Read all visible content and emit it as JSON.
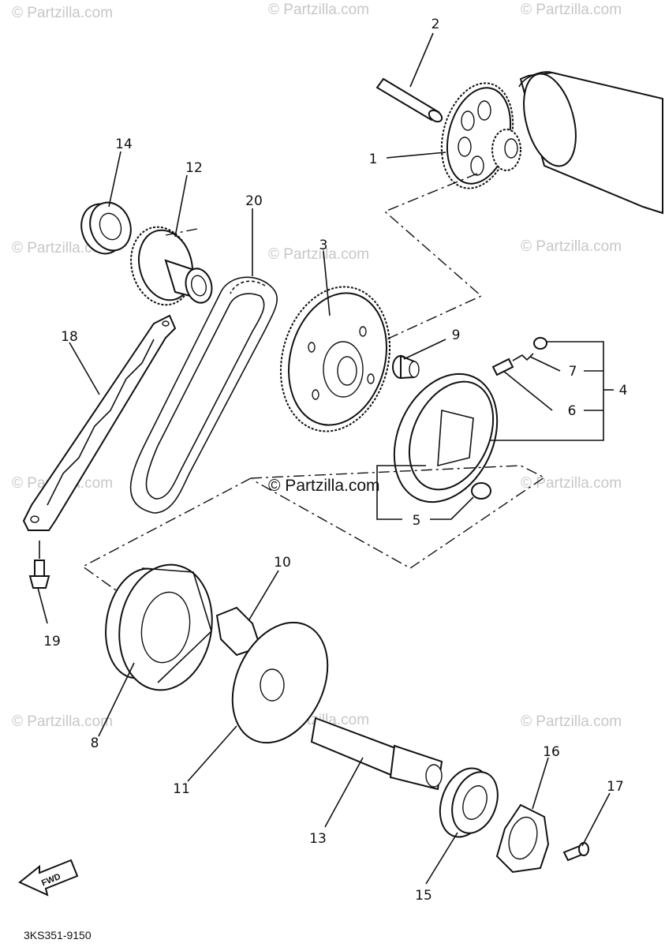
{
  "callouts": [
    "1",
    "2",
    "3",
    "4",
    "5",
    "6",
    "7",
    "8",
    "9",
    "10",
    "11",
    "12",
    "13",
    "14",
    "15",
    "16",
    "17",
    "18",
    "19",
    "20"
  ],
  "watermark": "© Partzilla.com",
  "center_watermark": "© Partzilla.com",
  "fwd_label": "FWD",
  "diagram_code": "3KS351-9150"
}
